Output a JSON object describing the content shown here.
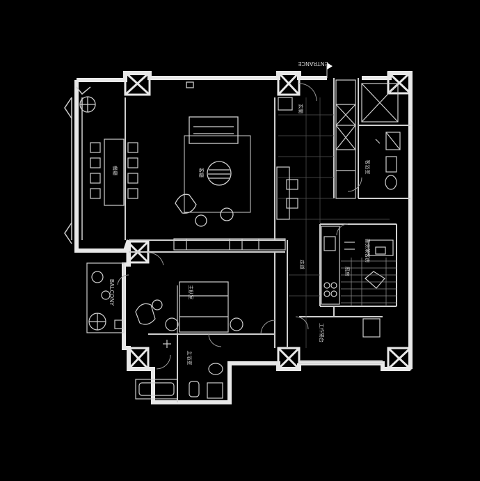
{
  "plan": {
    "background": "#000000",
    "wall_color": "#e8e8e8",
    "line_color": "#bdbdbd",
    "column_fill": "#8a8a8a"
  },
  "labels": {
    "entrance": "ENTRANCE",
    "balcony": "BALCONY",
    "dining": "餐廳",
    "living": "客廳",
    "foyer": "玄關",
    "master_bedroom": "主臥室",
    "master_bath": "主浴室",
    "guest_bath": "客浴室",
    "kitchen": "廚房",
    "study": "書房兼客房",
    "utility": "工作陽台",
    "corridor": "走道"
  }
}
